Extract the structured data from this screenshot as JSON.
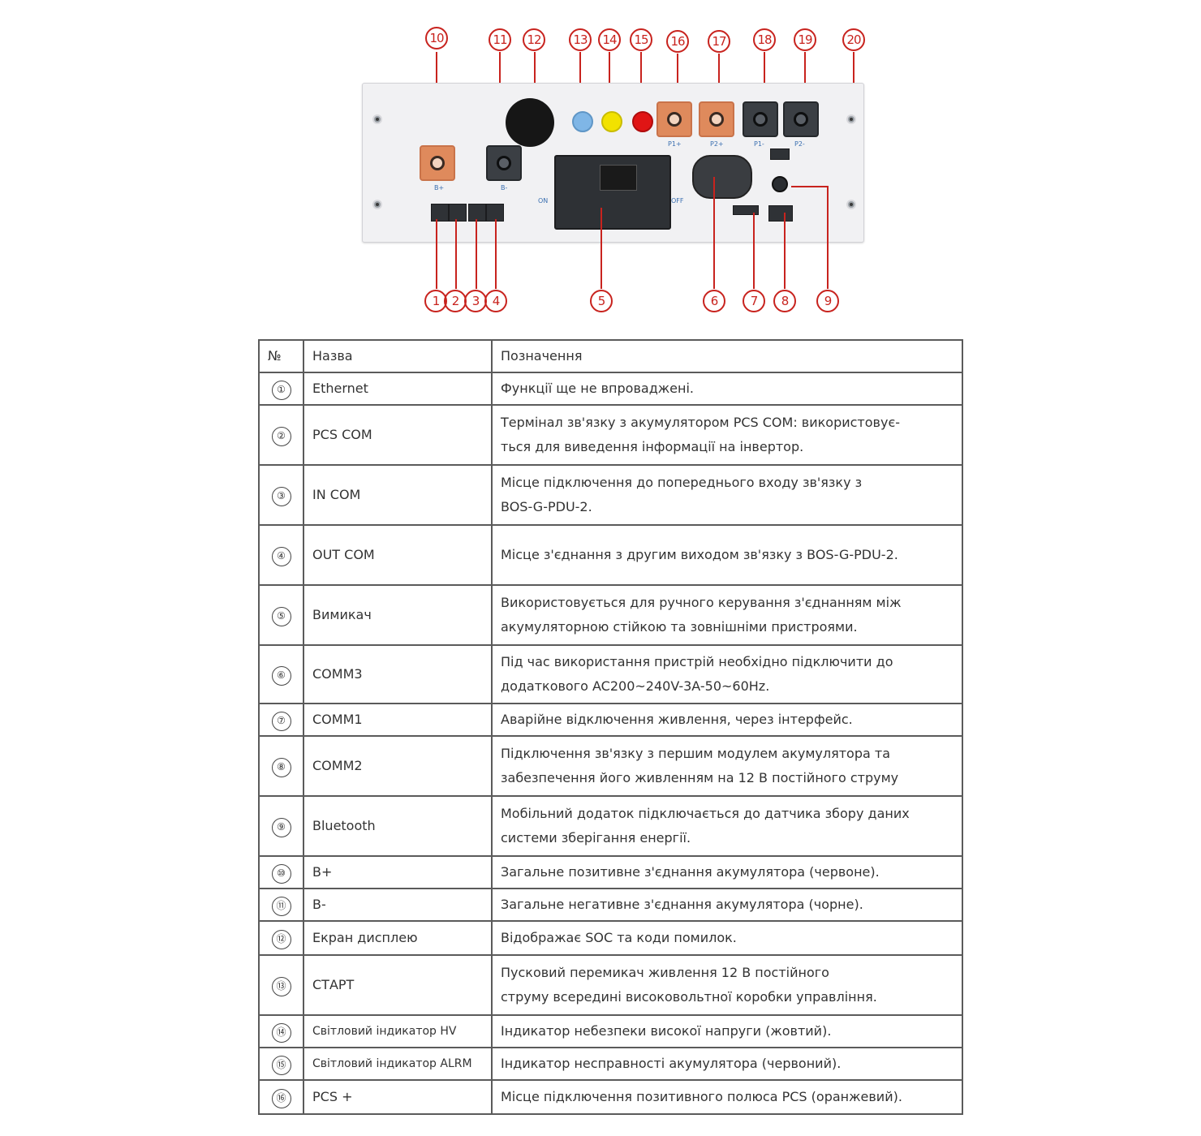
{
  "callouts": {
    "top": [
      "10",
      "11",
      "12",
      "13",
      "14",
      "15",
      "16",
      "17",
      "18",
      "19",
      "20"
    ],
    "bottom": [
      "1",
      "2",
      "3",
      "4",
      "5",
      "6",
      "7",
      "8",
      "9"
    ]
  },
  "panel": {
    "labels": {
      "b_plus": "B+",
      "b_minus": "B-",
      "on": "ON",
      "off": "OFF",
      "p1_plus": "P1+",
      "p2_plus": "P2+",
      "p1_minus": "P1-",
      "p2_minus": "P2-"
    },
    "colors": {
      "start_led": "#7fb6e6",
      "hv_led": "#f2e200",
      "alarm_led": "#e01515",
      "positive": "#df8a5c",
      "negative": "#3b3f44"
    }
  },
  "table": {
    "headers": [
      "№",
      "Назва",
      "Позначення"
    ],
    "rows": [
      {
        "num": "①",
        "name": "Ethernet",
        "desc": [
          "Функції ще не впроваджені."
        ]
      },
      {
        "num": "②",
        "name": "PCS COM",
        "desc": [
          "Термінал зв'язку з акумулятором PCS COM: використовує-",
          "ться для виведення інформації на інвертор."
        ]
      },
      {
        "num": "③",
        "name": "IN COM",
        "desc": [
          "Місце підключення до попереднього входу зв'язку з",
          "BOS-G-PDU-2."
        ]
      },
      {
        "num": "④",
        "name": "OUT COM",
        "desc": [
          "Місце з'єднання з другим виходом зв'язку з BOS-G-PDU-2."
        ]
      },
      {
        "num": "⑤",
        "name": "Вимикач",
        "desc": [
          "Використовується для ручного керування з'єднанням між",
          "акумуляторною стійкою та зовнішніми пристроями."
        ]
      },
      {
        "num": "⑥",
        "name": "COMM3",
        "desc": [
          "Під час використання пристрій необхідно підключити до",
          "додаткового  AC200~240V-3A-50~60Hz."
        ]
      },
      {
        "num": "⑦",
        "name": "COMM1",
        "desc": [
          "Аварійне відключення живлення, через інтерфейс."
        ]
      },
      {
        "num": "⑧",
        "name": "COMM2",
        "desc": [
          "Підключення зв'язку з першим модулем акумулятора та",
          "забезпечення його живленням на 12 В постійного струму"
        ]
      },
      {
        "num": "⑨",
        "name": "Bluetooth",
        "desc": [
          "Мобільний додаток підключається до датчика збору даних",
          "системи зберігання енергії."
        ]
      },
      {
        "num": "⑩",
        "name": "B+",
        "desc": [
          "Загальне позитивне з'єднання акумулятора (червоне)."
        ]
      },
      {
        "num": "⑪",
        "name": "B-",
        "desc": [
          "Загальне негативне  з'єднання акумулятора (чорне)."
        ]
      },
      {
        "num": "⑫",
        "name": "Екран дисплею",
        "desc": [
          "Відображає SOC та коди помилок."
        ]
      },
      {
        "num": "⑬",
        "name": "СТАРТ",
        "desc": [
          "Пусковий перемикач живлення 12 В постійного",
          " струму всередині високовольтної коробки управління."
        ]
      },
      {
        "num": "⑭",
        "name": "Світловий індикатор HV",
        "desc": [
          "Індикатор небезпеки високої напруги (жовтий)."
        ]
      },
      {
        "num": "⑮",
        "name": "Світловий індикатор ALRM",
        "desc": [
          "Індикатор несправності акумулятора (червоний)."
        ]
      },
      {
        "num": "⑯",
        "name": "PCS +",
        "desc": [
          "Місце підключення позитивного полюса  PCS (оранжевий)."
        ]
      }
    ]
  }
}
